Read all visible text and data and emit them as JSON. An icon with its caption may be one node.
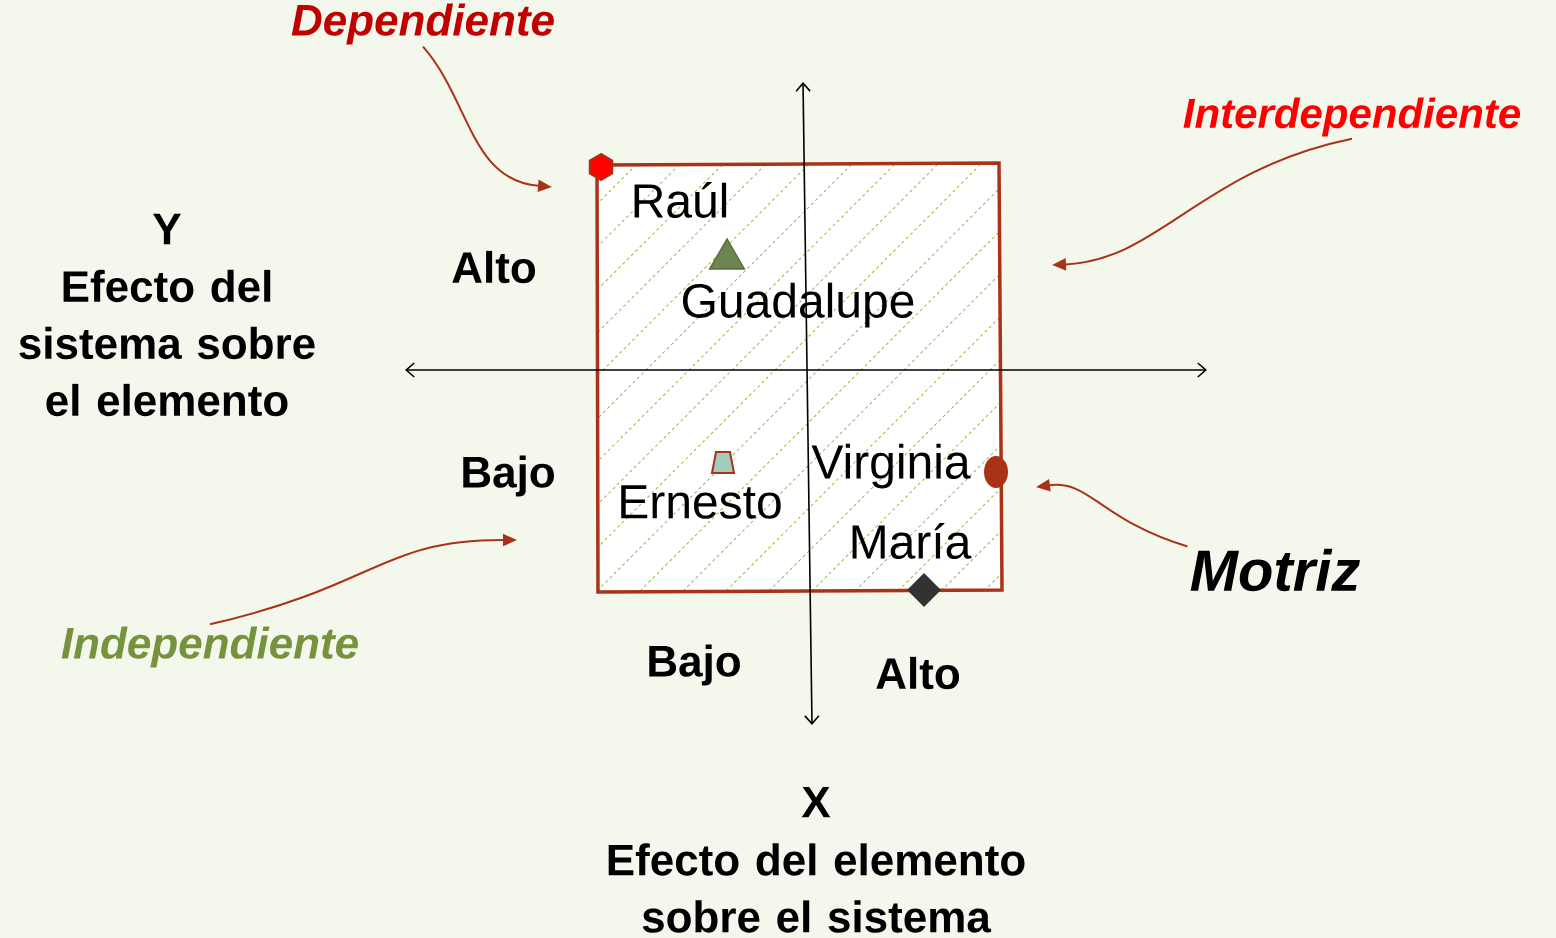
{
  "diagram": {
    "nodes": [
      {
        "text": [
          "Dependiente"
        ]
      },
      {
        "text": [
          "Interdependiente"
        ]
      },
      {
        "text": [
          "Independiente"
        ]
      },
      {
        "text": [
          "Motriz"
        ]
      }
    ],
    "edges": [
      {
        "from": 0,
        "to": null,
        "arrow": "to"
      },
      {
        "from": 1,
        "to": null,
        "arrow": "to"
      },
      {
        "from": 2,
        "to": null,
        "arrow": "to"
      },
      {
        "from": 3,
        "to": null,
        "arrow": "to"
      }
    ],
    "labels": [
      "Y",
      "Efecto del sistema sobre el elemento",
      "Alto",
      "Raúl",
      "Guadalupe",
      "Bajo",
      "Virginia",
      "Ernesto",
      "María",
      "Bajo",
      "Alto",
      "X",
      "Efecto del elemento sobre el sistema"
    ]
  }
}
